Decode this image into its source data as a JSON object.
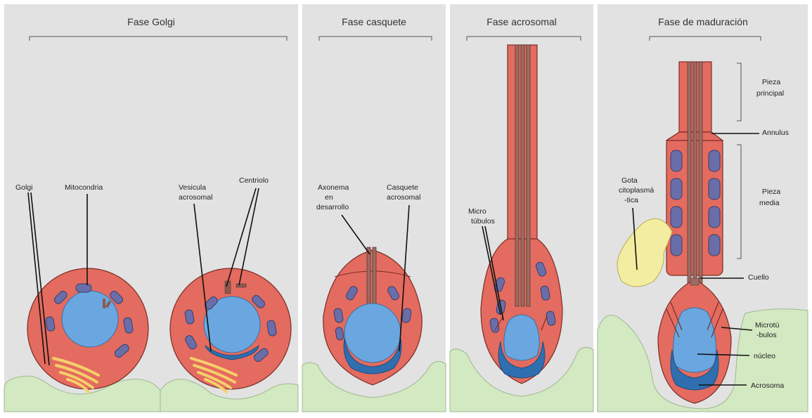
{
  "phases": [
    {
      "title": "Fase Golgi"
    },
    {
      "title": "Fase casquete"
    },
    {
      "title": "Fase acrosomal"
    },
    {
      "title": "Fase de maduración"
    }
  ],
  "labels": {
    "golgi": "Golgi",
    "mitocondria": "Mitocondria",
    "vesicula_1": "Vesicula",
    "vesicula_2": "acrosomal",
    "centriolo": "Centriolo",
    "axonema_1": "Axonema",
    "axonema_2": "en",
    "axonema_3": "desarrollo",
    "casquete_1": "Casquete",
    "casquete_2": "acrosomal",
    "micro_1": "Micro",
    "micro_2": "túbulos",
    "gota_1": "Gota",
    "gota_2": "citoplasmá",
    "gota_3": "-tica",
    "pieza_principal_1": "Pieza",
    "pieza_principal_2": "principal",
    "annulus": "Annulus",
    "pieza_media_1": "Pieza",
    "pieza_media_2": "media",
    "cuello": "Cuello",
    "microtubulos_1": "Microtú",
    "microtubulos_2": "-bulos",
    "nucleo": "núcleo",
    "acrosoma": "Acrosoma"
  },
  "colors": {
    "cytoplasm": "#e46b5f",
    "nucleus": "#6aa7e0",
    "acrosome": "#2f6fb0",
    "mitochondria": "#6a6ea8",
    "sertoli": "#d3e9c2",
    "cytoplasmic_droplet": "#f2eda0",
    "golgi": "#f5d06a",
    "background": "#e2e2e2"
  }
}
